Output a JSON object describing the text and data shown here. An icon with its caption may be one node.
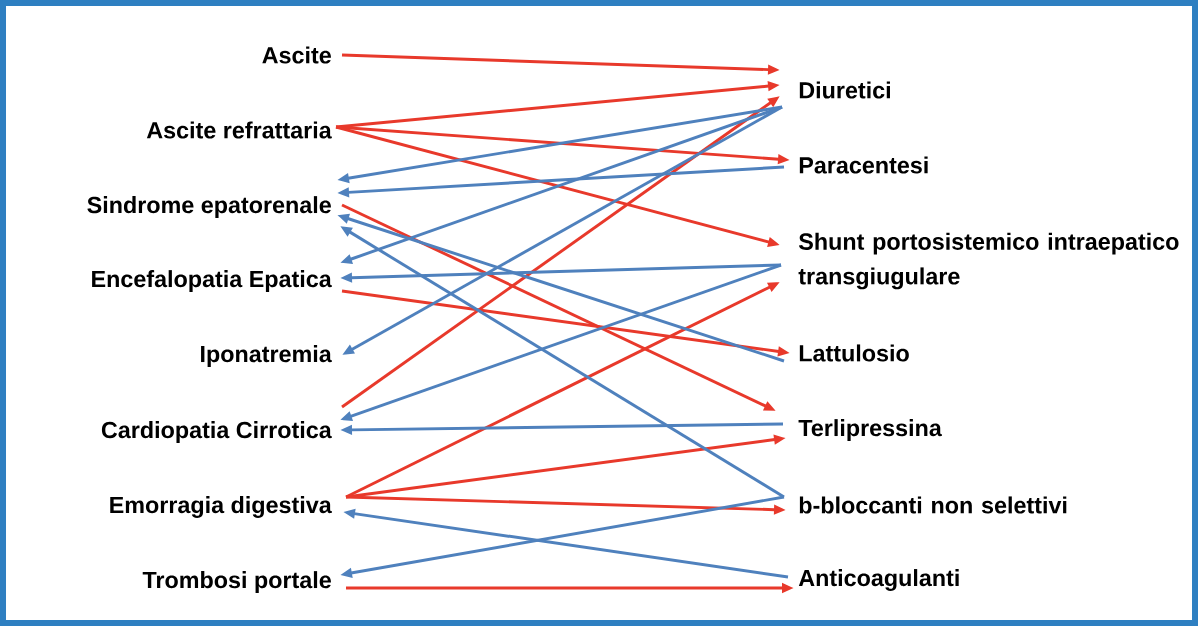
{
  "diagram": {
    "nodes": [
      {
        "text": [
          "Ascite"
        ]
      },
      {
        "text": [
          "Ascite refrattaria"
        ]
      },
      {
        "text": [
          "Sindrome epatorenale"
        ]
      },
      {
        "text": [
          "Encefalopatia Epatica"
        ]
      },
      {
        "text": [
          "Iponatremia"
        ]
      },
      {
        "text": [
          "Cardiopatia Cirrotica"
        ]
      },
      {
        "text": [
          "Emorragia digestiva"
        ]
      },
      {
        "text": [
          "Trombosi portale"
        ]
      },
      {
        "text": [
          "Diuretici"
        ]
      },
      {
        "text": [
          "Paracentesi"
        ]
      },
      {
        "text": [
          "Shunt portosistemico intraepatico transgiugulare"
        ]
      },
      {
        "text": [
          "Lattulosio"
        ]
      },
      {
        "text": [
          "Terlipressina"
        ]
      },
      {
        "text": [
          "b-bloccanti non selettivi"
        ]
      },
      {
        "text": [
          "Anticoagulanti"
        ]
      }
    ],
    "edges": [
      {
        "from": 0,
        "to": 8,
        "arrow": "to",
        "color": "#e8392b"
      },
      {
        "from": 1,
        "to": 8,
        "arrow": "to",
        "color": "#e8392b"
      },
      {
        "from": 1,
        "to": 9,
        "arrow": "to",
        "color": "#e8392b"
      },
      {
        "from": 1,
        "to": 10,
        "arrow": "to",
        "color": "#e8392b"
      },
      {
        "from": 2,
        "to": 12,
        "arrow": "to",
        "color": "#e8392b"
      },
      {
        "from": 3,
        "to": 11,
        "arrow": "to",
        "color": "#e8392b"
      },
      {
        "from": 5,
        "to": 8,
        "arrow": "to",
        "color": "#e8392b"
      },
      {
        "from": 6,
        "to": 10,
        "arrow": "to",
        "color": "#e8392b"
      },
      {
        "from": 6,
        "to": 12,
        "arrow": "to",
        "color": "#e8392b"
      },
      {
        "from": 6,
        "to": 13,
        "arrow": "to",
        "color": "#e8392b"
      },
      {
        "from": 7,
        "to": 14,
        "arrow": "to",
        "color": "#e8392b"
      },
      {
        "from": 8,
        "to": 2,
        "arrow": "to",
        "color": "#4f81bd"
      },
      {
        "from": 8,
        "to": 3,
        "arrow": "to",
        "color": "#4f81bd"
      },
      {
        "from": 8,
        "to": 4,
        "arrow": "to",
        "color": "#4f81bd"
      },
      {
        "from": 9,
        "to": 2,
        "arrow": "to",
        "color": "#4f81bd"
      },
      {
        "from": 10,
        "to": 3,
        "arrow": "to",
        "color": "#4f81bd"
      },
      {
        "from": 10,
        "to": 5,
        "arrow": "to",
        "color": "#4f81bd"
      },
      {
        "from": 11,
        "to": 2,
        "arrow": "to",
        "color": "#4f81bd"
      },
      {
        "from": 13,
        "to": 2,
        "arrow": "to",
        "color": "#4f81bd"
      },
      {
        "from": 12,
        "to": 5,
        "arrow": "to",
        "color": "#4f81bd"
      },
      {
        "from": 13,
        "to": 7,
        "arrow": "to",
        "color": "#4f81bd"
      },
      {
        "from": 14,
        "to": 6,
        "arrow": "to",
        "color": "#4f81bd"
      }
    ]
  }
}
